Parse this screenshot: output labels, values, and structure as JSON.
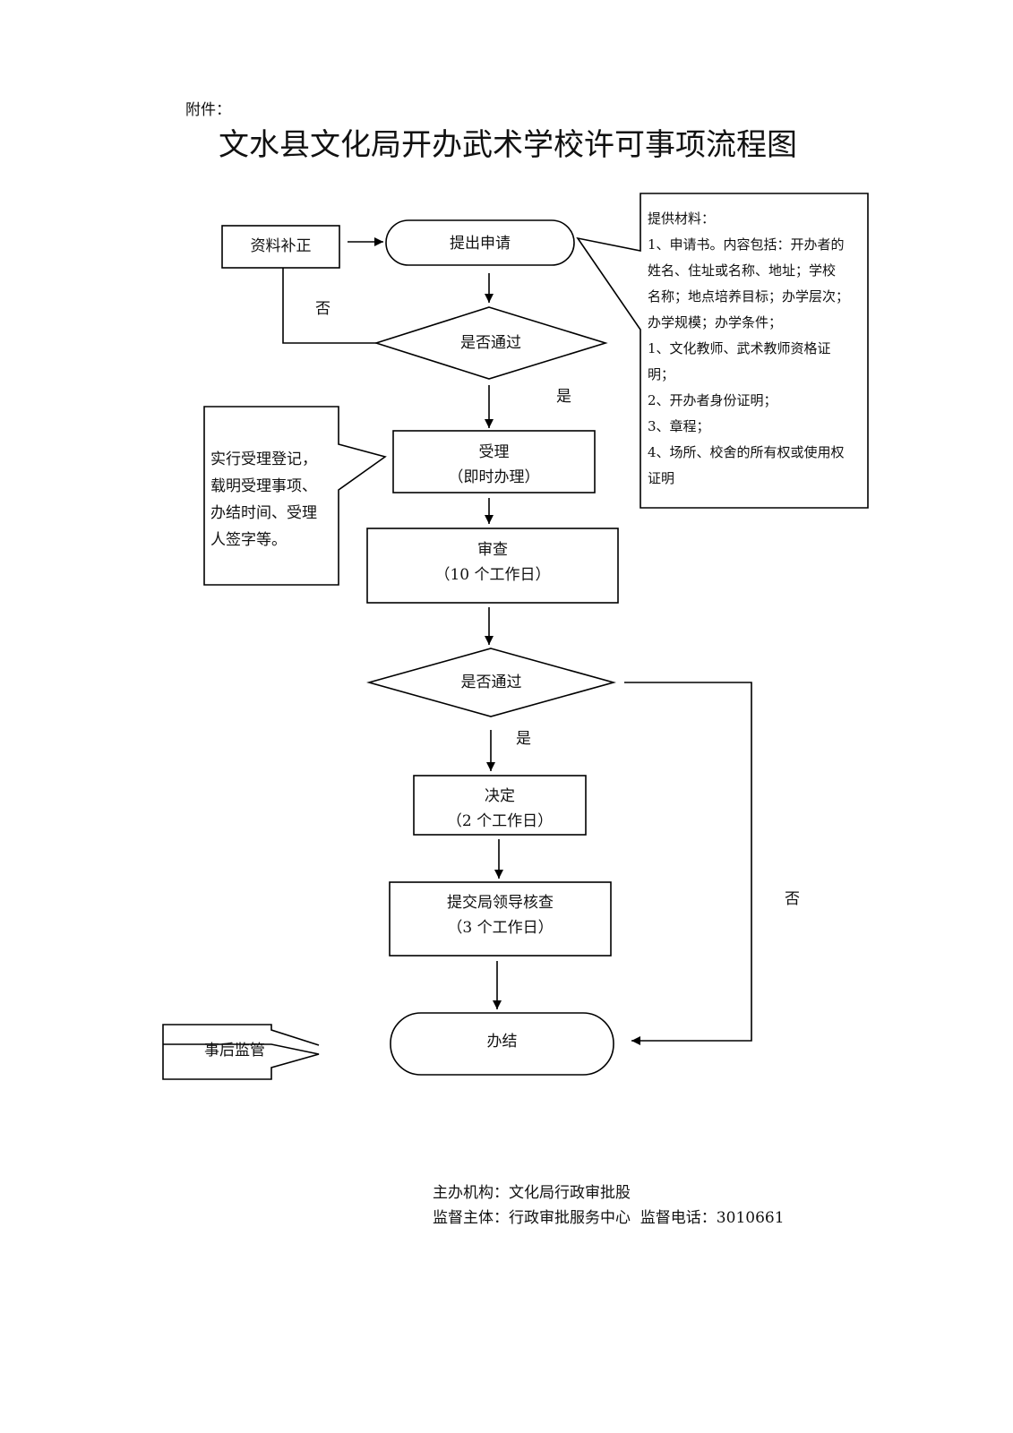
{
  "header": {
    "attachment_label": "附件：",
    "title": "文水县文化局开办武术学校许可事项流程图"
  },
  "flow": {
    "correct_materials": "资料补正",
    "submit_application": "提出申请",
    "decision_1": "是否通过",
    "label_no_1": "否",
    "label_yes_1": "是",
    "accept": {
      "title": "受理",
      "subtitle": "（即时办理）"
    },
    "review": {
      "title": "审查",
      "subtitle": "（10 个工作日）"
    },
    "decision_2": "是否通过",
    "label_yes_2": "是",
    "label_no_2": "否",
    "decide": {
      "title": "决定",
      "subtitle": "（2 个工作日）"
    },
    "leader_check": {
      "title": "提交局领导核查",
      "subtitle": "（3 个工作日）"
    },
    "complete": "办结",
    "post_supervision": "事后监管"
  },
  "notes": {
    "materials": {
      "heading": "提供材料：",
      "lines": [
        "1、申请书。内容包括：开办者的",
        "姓名、住址或名称、地址；学校",
        "名称；地点培养目标；办学层次；",
        "办学规模；办学条件；",
        "1、文化教师、武术教师资格证",
        "明；",
        "2、开办者身份证明；",
        "3、章程；",
        "4、场所、校舍的所有权或使用权",
        "证明"
      ]
    },
    "acceptance": {
      "lines": [
        "实行受理登记，",
        "载明受理事项、",
        "办结时间、受理",
        "人签字等。"
      ]
    }
  },
  "footer": {
    "organizer": "主办机构：文化局行政审批股",
    "supervisor": "监督主体：行政审批服务中心  监督电话：3010661"
  }
}
